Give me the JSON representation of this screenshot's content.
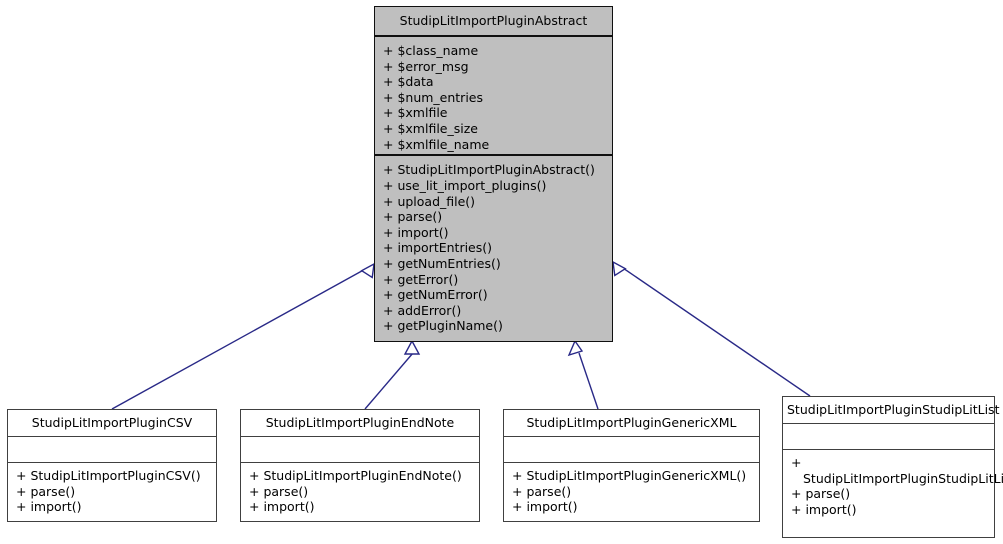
{
  "diagram": {
    "kind": "uml-class-inheritance-diagram",
    "background_color": "#ffffff",
    "edge_color": "#292987",
    "abstract_fill_color": "#bfbfbf",
    "subclass_fill_color": "#ffffff",
    "border_color": "#404040"
  },
  "classes": [
    {
      "id": "abstract",
      "name": "StudipLitImportPluginAbstract",
      "attributes": [
        "+ $class_name",
        "+ $error_msg",
        "+ $data",
        "+ $num_entries",
        "+ $xmlfile",
        "+ $xmlfile_size",
        "+ $xmlfile_name"
      ],
      "operations": [
        "+ StudipLitImportPluginAbstract()",
        "+ use_lit_import_plugins()",
        "+ upload_file()",
        "+ parse()",
        "+ import()",
        "+ importEntries()",
        "+ getNumEntries()",
        "+ getError()",
        "+ getNumError()",
        "+ addError()",
        "+ getPluginName()"
      ]
    },
    {
      "id": "csv",
      "name": "StudipLitImportPluginCSV",
      "attributes": [],
      "operations": [
        "+ StudipLitImportPluginCSV()",
        "+ parse()",
        "+ import()"
      ]
    },
    {
      "id": "endnote",
      "name": "StudipLitImportPluginEndNote",
      "attributes": [],
      "operations": [
        "+ StudipLitImportPluginEndNote()",
        "+ parse()",
        "+ import()"
      ]
    },
    {
      "id": "genericxml",
      "name": "StudipLitImportPluginGenericXML",
      "attributes": [],
      "operations": [
        "+ StudipLitImportPluginGenericXML()",
        "+ parse()",
        "+ import()"
      ]
    },
    {
      "id": "studiplitlist",
      "name": "StudipLitImportPluginStudipLitList",
      "attributes": [],
      "operations": [
        "+ StudipLitImportPluginStudipLitList()",
        "+ parse()",
        "+ import()"
      ]
    }
  ],
  "relations": [
    {
      "from": "csv",
      "to": "abstract",
      "type": "generalization"
    },
    {
      "from": "endnote",
      "to": "abstract",
      "type": "generalization"
    },
    {
      "from": "genericxml",
      "to": "abstract",
      "type": "generalization"
    },
    {
      "from": "studiplitlist",
      "to": "abstract",
      "type": "generalization"
    }
  ]
}
